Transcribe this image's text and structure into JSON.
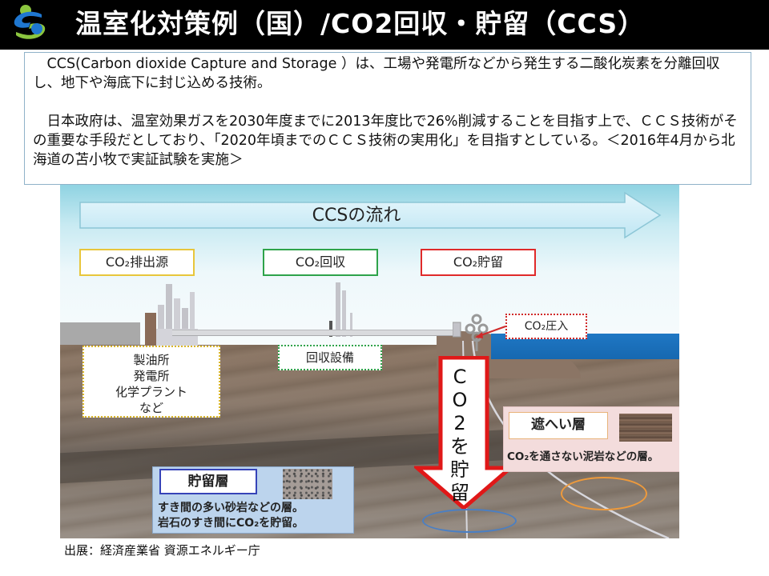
{
  "header": {
    "title": "温室化対策例（国）/CO2回収・貯留（CCS）",
    "logo_icon": "organization-logo-icon",
    "background_color": "#000000",
    "title_color": "#ffffff"
  },
  "description": {
    "paragraph1": "　CCS(Carbon dioxide Capture and Storage ）は、工場や発電所などから発生する二酸化炭素を分離回収し、地下や海底下に封じ込める技術。",
    "paragraph2": "　日本政府は、温室効果ガスを2030年度までに2013年度比で26%削減することを目指す上で、ＣＣＳ技術がその重要な手段だとしており、「2020年頃までのＣＣＳ技術の実用化」を目指すとしている。＜2016年4月から北海道の苫小牧で実証試験を実施＞"
  },
  "illustration": {
    "flow_label": "CCSの流れ",
    "stages": [
      {
        "label": "CO₂排出源",
        "color": "#e8c63b"
      },
      {
        "label": "CO₂回収",
        "color": "#2ea34a"
      },
      {
        "label": "CO₂貯留",
        "color": "#e02a2a"
      }
    ],
    "source_facilities": [
      "製油所",
      "発電所",
      "化学プラント",
      "など"
    ],
    "capture_facility": "回収設備",
    "injection_label": "CO₂圧入",
    "storage_arrow_text": [
      "C",
      "O",
      "2",
      "を",
      "貯",
      "留"
    ],
    "caprock": {
      "title": "遮へい層",
      "description": "CO₂を通さない泥岩などの層。"
    },
    "reservoir": {
      "title": "貯留層",
      "description_line1": "すき間の多い砂岩などの層。",
      "description_line2": "岩石のすき間にCO₂を貯留。"
    }
  },
  "source_note": "出展：経済産業省  資源エネルギー庁"
}
